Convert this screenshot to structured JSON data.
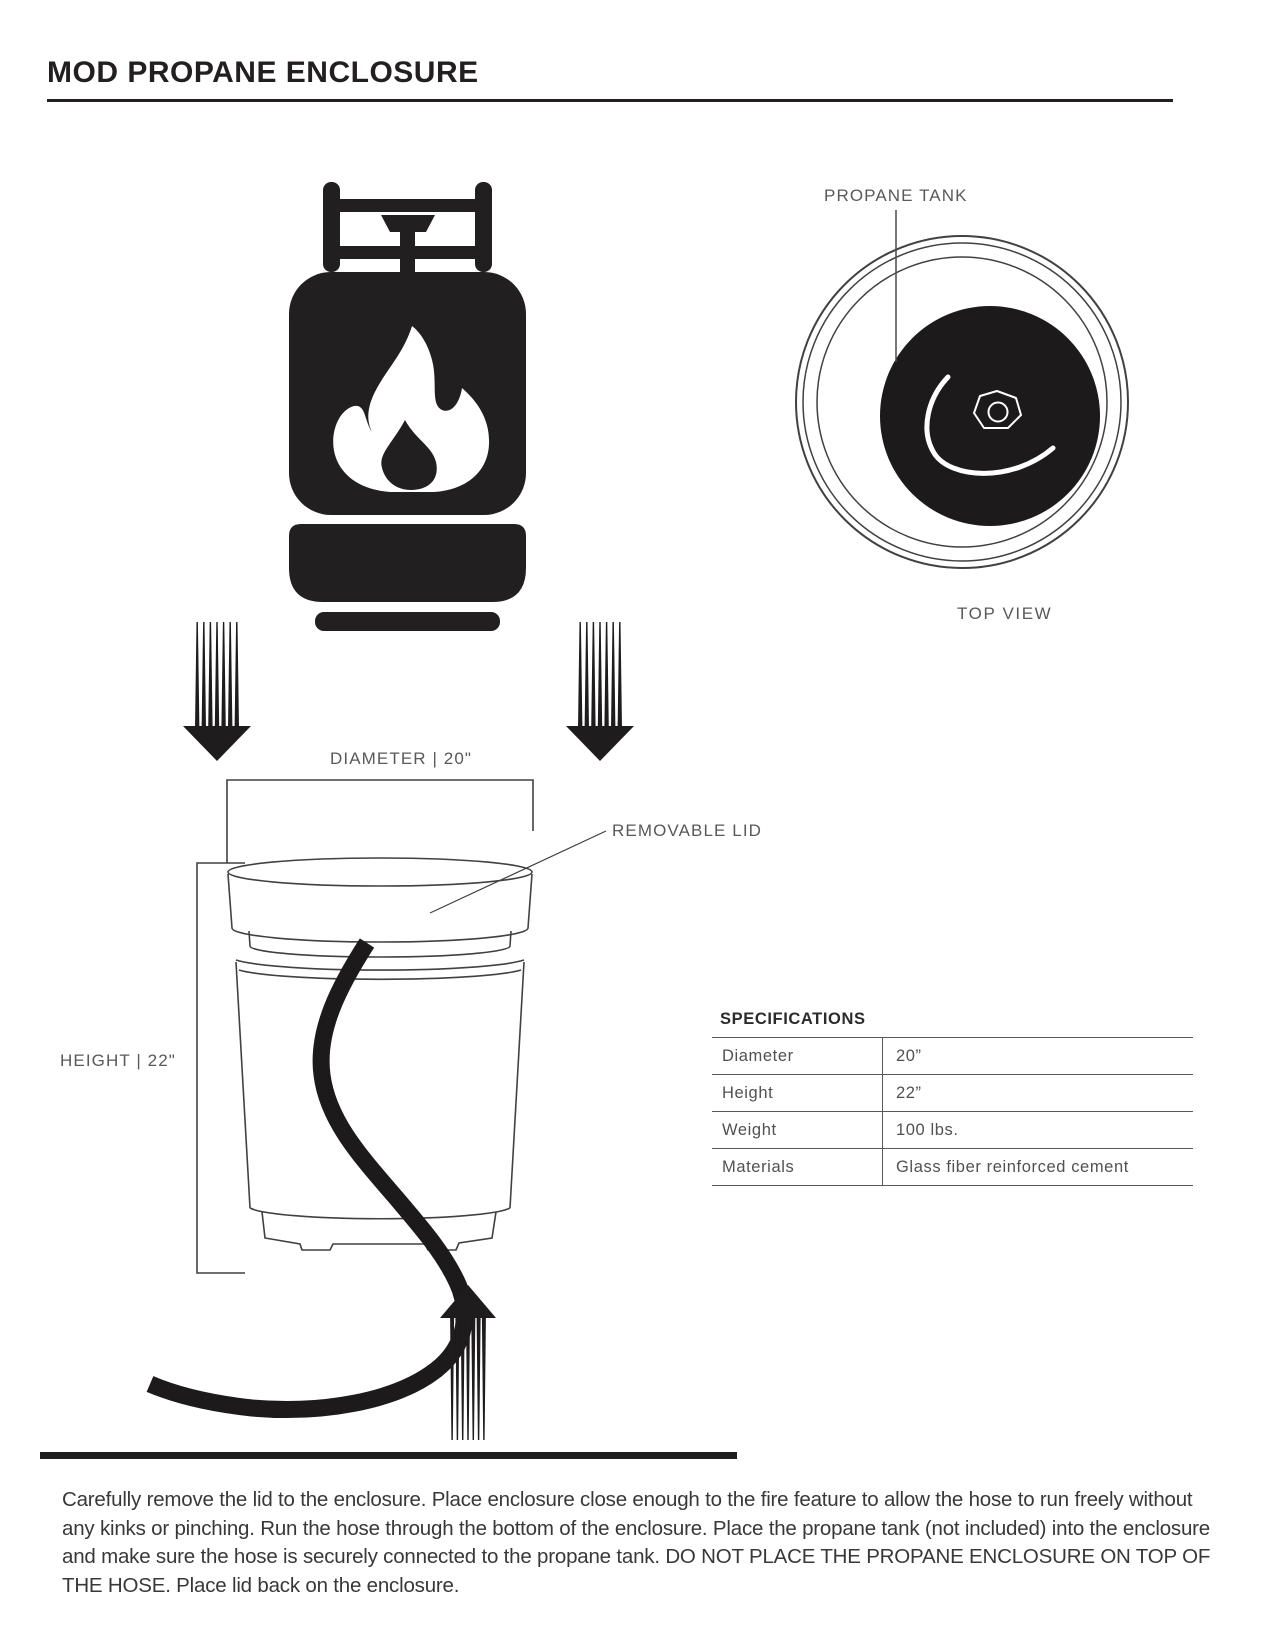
{
  "title": "MOD PROPANE ENCLOSURE",
  "colors": {
    "ink": "#231f20",
    "line_art": "#414042",
    "label_text": "#59595b",
    "body_text": "#383838"
  },
  "diagram": {
    "propane_tank_label": "PROPANE TANK",
    "top_view_label": "TOP VIEW",
    "diameter_label": "DIAMETER |  20\"",
    "removable_lid_label": "REMOVABLE LID",
    "height_label": "HEIGHT  |  22\"",
    "icons": {
      "tank": "propane-tank-flame-icon",
      "top_view": "tank-top-view-icon",
      "down_arrows": "down-arrow-icon",
      "up_arrow": "up-arrow-icon",
      "hose": "gas-hose-line"
    }
  },
  "specifications": {
    "heading": "SPECIFICATIONS",
    "rows": [
      {
        "label": "Diameter",
        "value": "20”"
      },
      {
        "label": "Height",
        "value": "22”"
      },
      {
        "label": "Weight",
        "value": "100 lbs."
      },
      {
        "label": "Materials",
        "value": "Glass fiber reinforced cement"
      }
    ]
  },
  "instructions": "Carefully remove the lid to the enclosure. Place enclosure close enough to the fire feature to allow the hose to run freely without any kinks or pinching. Run the hose through the bottom of the enclosure. Place the propane tank (not included) into the enclosure and make sure the hose is securely connected to the propane tank. DO NOT PLACE THE PROPANE ENCLOSURE ON TOP OF THE HOSE. Place lid back on the enclosure."
}
